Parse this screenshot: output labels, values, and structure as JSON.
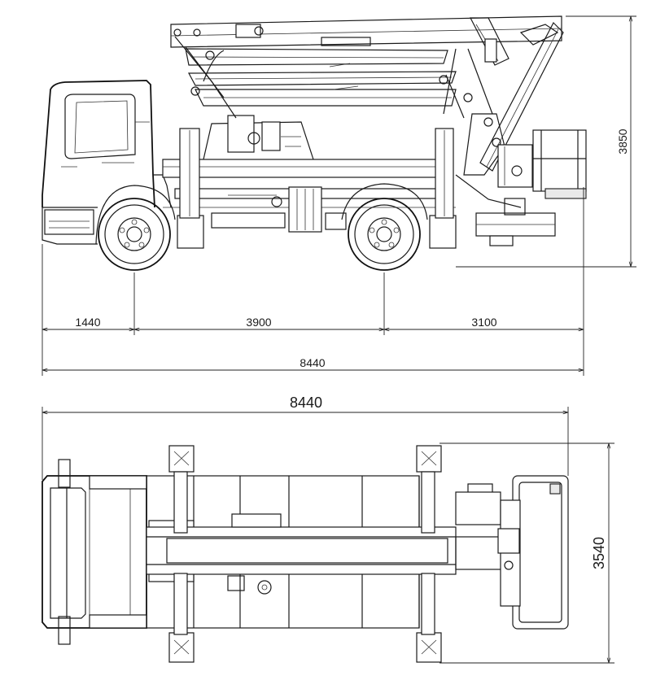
{
  "side_view": {
    "dims": {
      "front_overhang": "1440",
      "wheelbase": "3900",
      "rear_overhang": "3100",
      "overall_length": "8440",
      "height": "3850"
    }
  },
  "top_view": {
    "dims": {
      "overall_length": "8440",
      "width": "3540"
    }
  }
}
